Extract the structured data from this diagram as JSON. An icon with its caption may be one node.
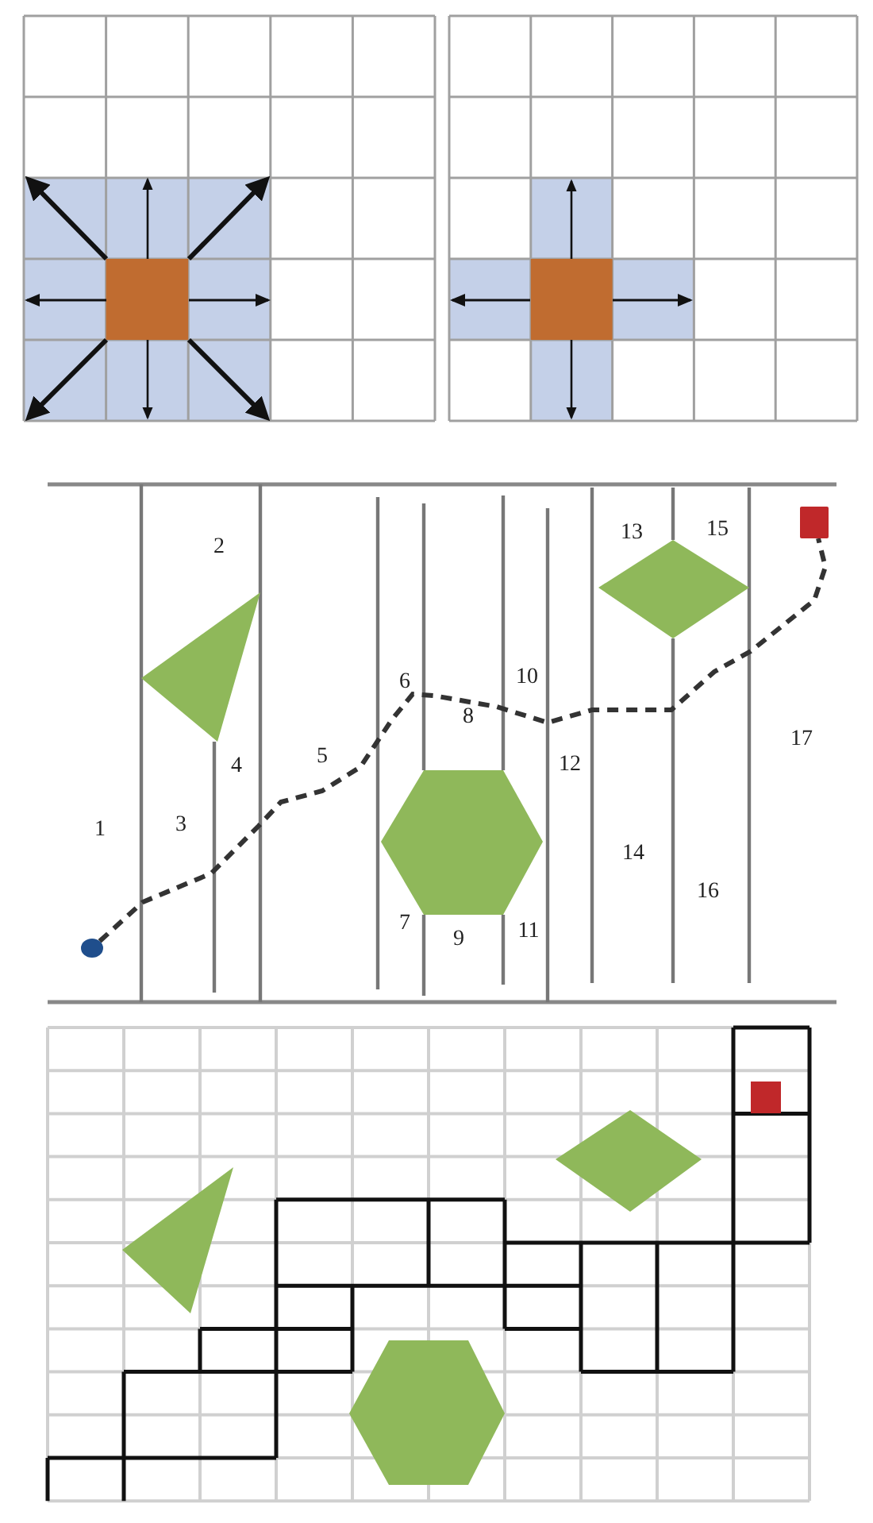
{
  "diagram": {
    "nodes": [
      {
        "text": [],
        "shape": "circle"
      },
      {
        "text": [],
        "shape": "box"
      }
    ],
    "edges": [
      {
        "from": 0,
        "to": 1,
        "arrow": "none",
        "style": "dashed"
      }
    ],
    "labels": [
      "1",
      "2",
      "3",
      "4",
      "5",
      "6",
      "7",
      "8",
      "9",
      "10",
      "11",
      "12",
      "13",
      "14",
      "15",
      "16",
      "17"
    ]
  }
}
